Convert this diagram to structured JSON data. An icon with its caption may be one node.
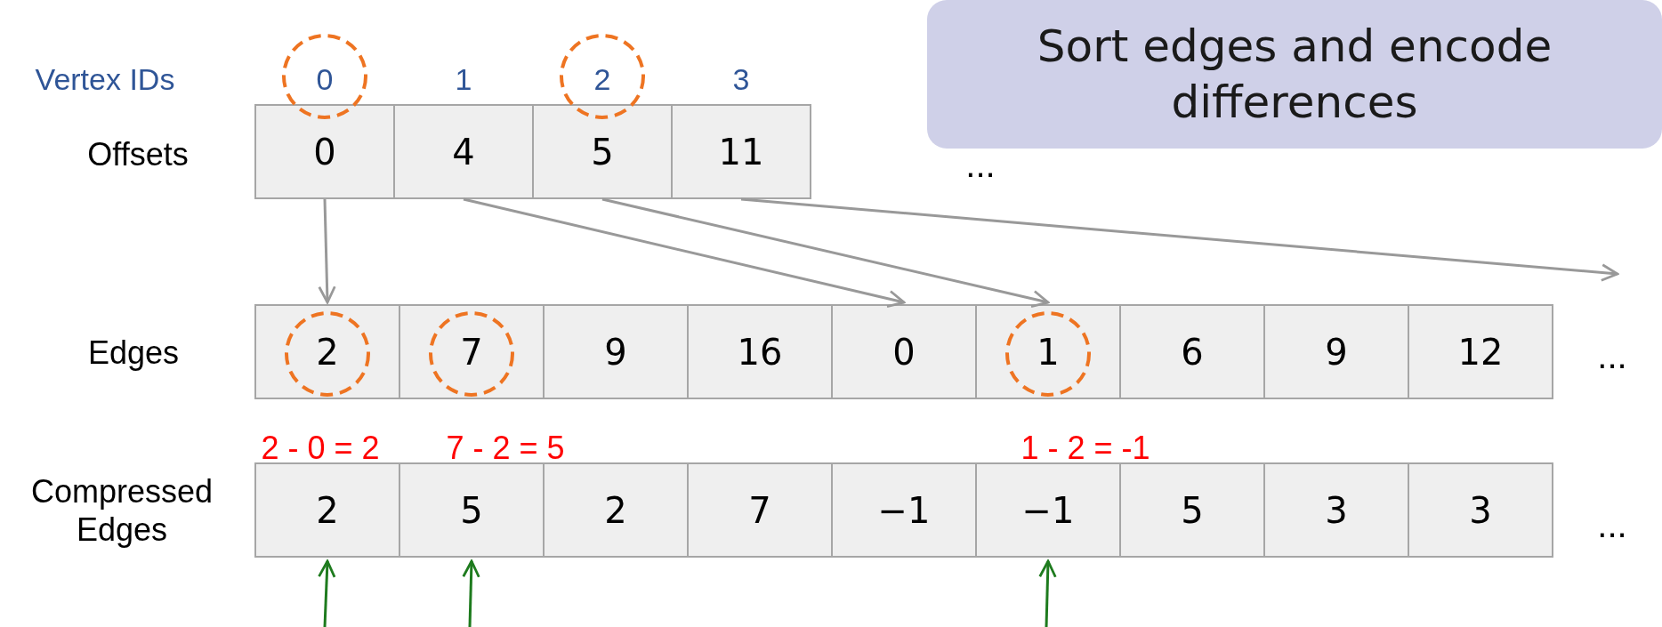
{
  "diagram": {
    "nodes": [
      {
        "text": [
          "Sort edges and encode differences"
        ]
      },
      {
        "text": [
          "0"
        ]
      },
      {
        "text": [
          "4"
        ]
      },
      {
        "text": [
          "5"
        ]
      },
      {
        "text": [
          "11"
        ]
      },
      {
        "text": [
          "2"
        ]
      },
      {
        "text": [
          "7"
        ]
      },
      {
        "text": [
          "9"
        ]
      },
      {
        "text": [
          "16"
        ]
      },
      {
        "text": [
          "0"
        ]
      },
      {
        "text": [
          "1"
        ]
      },
      {
        "text": [
          "6"
        ]
      },
      {
        "text": [
          "9"
        ]
      },
      {
        "text": [
          "12"
        ]
      },
      {
        "text": [
          "2"
        ]
      },
      {
        "text": [
          "5"
        ]
      },
      {
        "text": [
          "2"
        ]
      },
      {
        "text": [
          "7"
        ]
      },
      {
        "text": [
          "−1"
        ]
      },
      {
        "text": [
          "−1"
        ]
      },
      {
        "text": [
          "5"
        ]
      },
      {
        "text": [
          "3"
        ]
      },
      {
        "text": [
          "3"
        ]
      }
    ],
    "edges": [
      {
        "from": 1,
        "to": 5,
        "arrow": "to"
      },
      {
        "from": 2,
        "to": 9,
        "arrow": "to"
      },
      {
        "from": 3,
        "to": 10,
        "arrow": "to"
      },
      {
        "from": 4,
        "to": null,
        "arrow": "to"
      },
      {
        "from": null,
        "to": 14,
        "arrow": "to",
        "color": "#1e7b1e"
      },
      {
        "from": null,
        "to": 15,
        "arrow": "to",
        "color": "#1e7b1e"
      },
      {
        "from": null,
        "to": 19,
        "arrow": "to",
        "color": "#1e7b1e"
      }
    ],
    "labels": [
      "Vertex IDs",
      "0",
      "1",
      "2",
      "3",
      "Offsets",
      "...",
      "Edges",
      "...",
      "2 - 0 = 2",
      "7 - 2 = 5",
      "1 - 2 = -1",
      "Compressed Edges",
      "..."
    ]
  }
}
